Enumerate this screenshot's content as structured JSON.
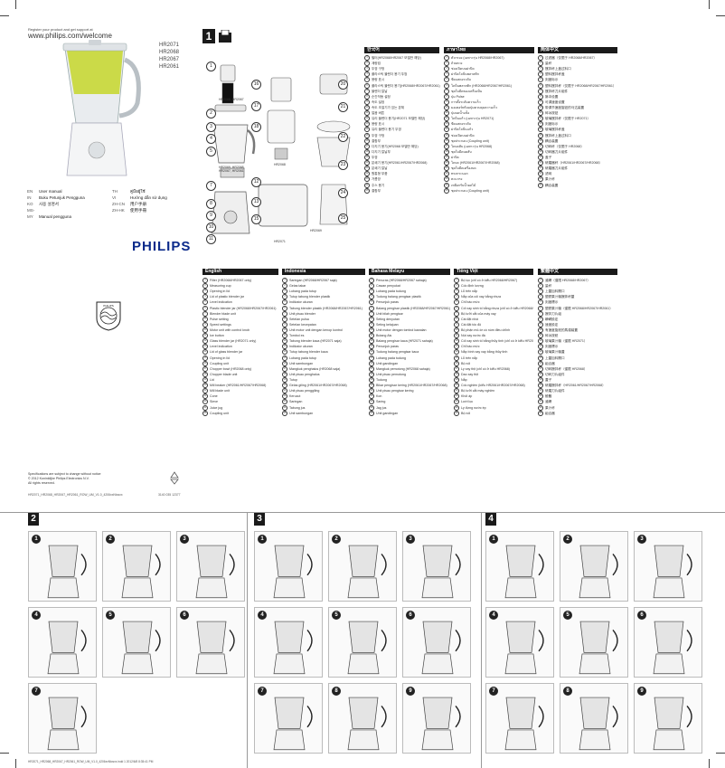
{
  "header": {
    "register_text": "Register your product and get support at",
    "url": "www.philips.com/welcome"
  },
  "models": [
    "HR2071",
    "HR2068",
    "HR2067",
    "HR2061"
  ],
  "languages": [
    {
      "code": "EN",
      "name": "User manual"
    },
    {
      "code": "IN",
      "name": "Buku Petunjuk Pengguna"
    },
    {
      "code": "KO",
      "name": "사용 설명서"
    },
    {
      "code": "MS-MY",
      "name": "Manual pengguna"
    },
    {
      "code": "TH",
      "name": "คู่มือผู้ใช้"
    },
    {
      "code": "VI",
      "name": "Hướng dẫn sử dụng"
    },
    {
      "code": "ZH-CN",
      "name": "用户手册"
    },
    {
      "code": "ZH-HK",
      "name": "使用手冊"
    }
  ],
  "brand": "PHILIPS",
  "footer": {
    "spec_notice": "Specifications are subject to change without notice",
    "copyright": "© 2012 Koninklijke Philips Electronics N.V.",
    "rights": "All rights reserved.",
    "doc_code": "HR2071_HR2068_HR2067_HR2061_ROW_UM_V1.0_4206xxNtcsxx",
    "doc_number": "3140 035 12377",
    "bottom_file": "HR2071_HR2068_HR2067_HR2061_ROW_UM_V1.0_4206xxNtcsxx.indd   1   2012/6/8   8:35:41 PM"
  },
  "step_numbers": {
    "s1": "1",
    "s2": "2",
    "s3": "3",
    "s4": "4"
  },
  "diagram_labels": {
    "hr2068_hr2067": "HR2068, HR2067",
    "hr2069_group": "HR2069, HR2068, HR2067, HR2061",
    "hr2068": "HR2068",
    "hr2071": "HR2071",
    "hr2069": "HR2069",
    "max": "MAX",
    "ice": "ICE"
  },
  "columns_top": [
    {
      "title": "한국어",
      "items": [
        "필터(HR2068/HR2067 모델만 해당)",
        "계량컵",
        "뚜껑 구멍",
        "플라스틱 블렌더 용기 뚜껑",
        "용량 표시",
        "플라스틱 블렌더 용기(HR2068/HR2067/HR2061)",
        "블렌더 칼날",
        "순간작동 설정",
        "속도 설정",
        "속도 조절기가 있는 본체",
        "얼음 버튼",
        "유리 블렌더 용기(HR2071 모델만 해당)",
        "용량 표시",
        "유리 블렌더 용기 뚜껑",
        "뚜껑 구멍",
        "결합부",
        "다지기 용기(HR2068 모델만 해당)",
        "다지기 칼날부",
        "뚜껑",
        "분쇄기 용기(HR2061/HR2067/HR2068)",
        "분쇄기 칼날",
        "원통형 부품",
        "거름망",
        "주스 용기",
        "결합부"
      ]
    },
    {
      "title": "ภาษาไทย",
      "items": [
        "ตัวกรอง (เฉพาะรุ่น HR2068/HR2067)",
        "ถ้วยตวง",
        "ช่องเปิดบนฝาปิด",
        "ฝาปิดโถปั่นพลาสติก",
        "ขีดแสดงระดับ",
        "โถปั่นพลาสติก (HR2068/HR2067/HR2061)",
        "ชุดใบมีดของเครื่องปั่น",
        "ปุ่ม Pulse",
        "การตั้งระดับความเร็ว",
        "มอเตอร์พร้อมปุ่มควบคุมความเร็ว",
        "ปุ่มบดน้ำแข็ง",
        "โถปั่นแก้ว (เฉพาะรุ่น HR2071)",
        "ขีดแสดงระดับ",
        "ฝาปิดโถปั่นแก้ว",
        "ช่องเปิดบนฝาปิด",
        "ชุดประกอบ (Coupling unit)",
        "โถบดสับ (เฉพาะรุ่น HR2068)",
        "ชุดใบมีดบดสับ",
        "ฝาปิด",
        "โถบด (HR2061/HR2067/HR2068)",
        "ชุดใบมีดเครื่องบด",
        "ทรงกระบอก",
        "ตะแกรง",
        "เหยือกรับน้ำผลไม้",
        "ชุดประกอบ (Coupling unit)"
      ]
    },
    {
      "title": "简体中文",
      "items": [
        "过滤器（仅限于 HR2068/HR2067）",
        "量杯",
        "搅拌杯上盖过料口",
        "塑料搅拌杯盖",
        "刻度标示",
        "塑料搅拌杯（仅限于 HR2068/HR2067/HR2061）",
        "搅拌杯刀片组件",
        "脉冲设置",
        "可调速度设置",
        "带调节速度旋钮的马达装置",
        "碎冰按钮",
        "玻璃搅拌杯（仅限于 HR2071）",
        "刻度标示",
        "玻璃搅拌杯盖",
        "搅拌杯上盖过料口",
        "耦合装置",
        "切碎杯（仅限于 HR2068）",
        "切碎器刀片组件",
        "盖子",
        "研磨器杯（HR2061/HR2067/HR2068）",
        "研磨器刀片组件",
        "滤网",
        "果汁杯",
        "耦合装置"
      ]
    }
  ],
  "columns_bottom": [
    {
      "title": "English",
      "items": [
        "Filter (HR2068/HR2067 only)",
        "Measuring cup",
        "Opening in lid",
        "Lid of plastic blender jar",
        "Level indication",
        "Plastic blender jar (HR2068/HR2067/HR2061)",
        "Blender blade unit",
        "Pulse setting",
        "Speed settings",
        "Motor unit with control knob",
        "Ice button",
        "Glass blender jar (HR2071 only)",
        "Level indication",
        "Lid of glass blender jar",
        "Opening in lid",
        "Coupling unit",
        "Chopper bowl (HR2068 only)",
        "Chopper blade unit",
        "Lid",
        "Mill beaker (HR2061/HR2067/HR2068)",
        "Mill blade unit",
        "Cone",
        "Sieve",
        "Juice jug",
        "Coupling unit"
      ]
    },
    {
      "title": "Indonesia",
      "items": [
        "Saringan (HR2068/HR2067 saja)",
        "Gelas takar",
        "Lubang pada tutup",
        "Tutup tabung blender plastik",
        "Indikator ukuran",
        "Tabung blender plastik (HR2068/HR2067/HR2061)",
        "Unit pisau blender",
        "Setelan pulsa",
        "Setelan kecepatan",
        "Unit motor unit dengan kenop kontrol",
        "Tombol es",
        "Tabung blender kaca (HR2071 saja)",
        "Indikator ukuran",
        "Tutup tabung blender kaca",
        "Lubang pada tutup",
        "Unit sambungan",
        "Mangkuk penghalus (HR2068 saja)",
        "Unit pisau penghalus",
        "Tutup",
        "Gelas giling (HR2061/HR2067/HR2068)",
        "Unit pisau penggiling",
        "Kerucut",
        "Saringan",
        "Tabung jus",
        "Unit sambungan"
      ]
    },
    {
      "title": "Bahasa Melayu",
      "items": [
        "Penuras (HR2068/HR2067 sahaja)",
        "Cawan penyukat",
        "Lubang pada tudung",
        "Tudung balang pengisar plastik",
        "Penunjuk paras",
        "Balang pengisar plastik (HR2068/HR2067/HR2061)",
        "Unit bilah pengisar",
        "Seting denyutan",
        "Seting kelajuan",
        "Unit motor dengan tombol kawalan",
        "Butang Ais",
        "Balang pengisar kaca (HR2071 sahaja)",
        "Penunjuk paras",
        "Tudung balang pengisar kaca",
        "Lubang pada tudung",
        "Unit gandingan",
        "Mangkuk pemotong (HR2068 sahaja)",
        "Unit pisau pemotong",
        "Tudung",
        "Bikar pengisar kering (HR2061/HR2067/HR2068)",
        "Unit pisau pengisar kering",
        "Kon",
        "Saring",
        "Jag jus",
        "Unit gandingan"
      ]
    },
    {
      "title": "Tiếng Việt",
      "items": [
        "Bộ lọc (chỉ có ở kiểu HR2068/HR2067)",
        "Cốc định lượng",
        "Lỗ trên nắp",
        "Nắp của cối xay bằng nhựa",
        "Chỉ báo mức",
        "Cối xay sinh tố bằng nhựa (chỉ có ở kiểu HR2068/HR2067/HR2061)",
        "Bộ lưỡi cắt của máy xay",
        "Cài đặt nhồi",
        "Cài đặt tốc độ",
        "Bộ phận mô-tơ có núm điều chỉnh",
        "Nút xay nước đá",
        "Cối xay sinh tố bằng thủy tinh (chỉ có ở kiểu HR2071)",
        "Chỉ báo mức",
        "Nắp bình xay xay bằng thủy tinh",
        "Lỗ trên nắp",
        "Bộ nối",
        "Ly xay thịt (chỉ có ở kiểu HR2068)",
        "Dao xay thịt",
        "Nắp",
        "Cốc nghiền (kiểu HR2061/HR2067/HR2068)",
        "Bộ lưỡi cắt máy nghiền",
        "Khối áp",
        "Lưới lọc",
        "Ly đựng nước ép",
        "Bộ nối"
      ]
    },
    {
      "title": "繁體中文",
      "items": [
        "濾網（僅限 HR2068/HR2067）",
        "量杯",
        "上蓋加料開口",
        "塑膠果汁機攪拌杯蓋",
        "刻度標示",
        "塑膠果汁機（僅限 HR2068/HR2067/HR2061）",
        "攪拌刀片組",
        "瞬轉設定",
        "速度設定",
        "有速度旋鈕的馬達裝置",
        "碎冰按鈕",
        "玻璃果汁機（僅限 HR2071）",
        "刻度標示",
        "玻璃果汁機蓋",
        "上蓋加料開口",
        "組合器",
        "切碎攪拌杯（僅限 HR2068）",
        "切碎刀片組件",
        "蓋子",
        "研磨攪拌杯（HR2061/HR2067/HR2068）",
        "研磨刀片組件",
        "錐體",
        "濾網",
        "果汁杯",
        "組合器"
      ]
    }
  ],
  "panels": {
    "s2": [
      "1",
      "2",
      "3",
      "4",
      "5",
      "6",
      "7"
    ],
    "s3": [
      "1",
      "2",
      "3",
      "4",
      "5",
      "6",
      "7",
      "8",
      "9"
    ],
    "s4": [
      "1",
      "2",
      "3",
      "4",
      "5",
      "6",
      "7",
      "8",
      "9"
    ]
  },
  "colors": {
    "black": "#1a1a1a",
    "philips_blue": "#0b2a8a"
  }
}
